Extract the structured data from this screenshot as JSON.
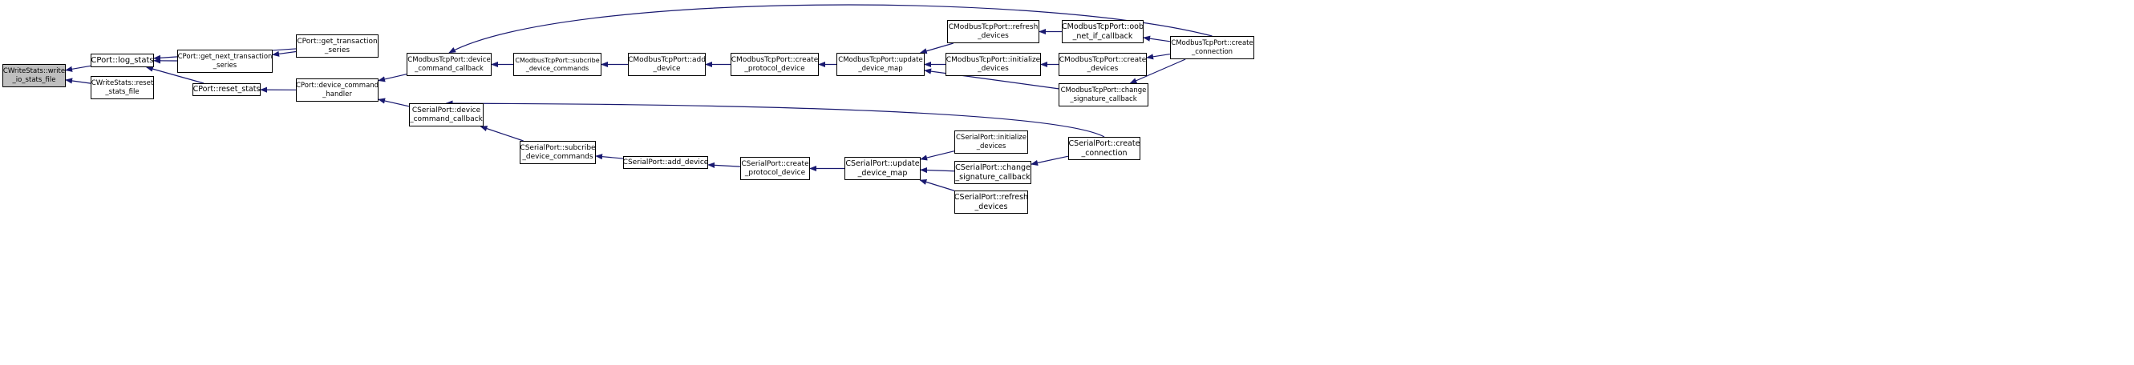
{
  "colors": {
    "edge": "#191970",
    "root_fill": "#bfbfbf",
    "node_fill": "#ffffff",
    "border": "#000000"
  },
  "nodes": [
    {
      "id": "n0",
      "lines": [
        "CWriteStats::write",
        "_io_stats_file"
      ],
      "root": true
    },
    {
      "id": "n1",
      "lines": [
        "CPort::log_stats"
      ]
    },
    {
      "id": "n2",
      "lines": [
        "CWriteStats::reset",
        "_stats_file"
      ]
    },
    {
      "id": "n3",
      "lines": [
        "CPort::get_next_transaction",
        "_series"
      ]
    },
    {
      "id": "n4",
      "lines": [
        "CPort::get_transaction",
        "_series"
      ]
    },
    {
      "id": "n5",
      "lines": [
        "CPort::reset_stats"
      ]
    },
    {
      "id": "n6",
      "lines": [
        "CPort::device_command",
        "_handler"
      ]
    },
    {
      "id": "n7",
      "lines": [
        "CModbusTcpPort::device",
        "_command_callback"
      ]
    },
    {
      "id": "n8",
      "lines": [
        "CModbusTcpPort::subcribe",
        "_device_commands"
      ]
    },
    {
      "id": "n9",
      "lines": [
        "CModbusTcpPort::add",
        "_device"
      ]
    },
    {
      "id": "n10",
      "lines": [
        "CModbusTcpPort::create",
        "_protocol_device"
      ]
    },
    {
      "id": "n11",
      "lines": [
        "CModbusTcpPort::update",
        "_device_map"
      ]
    },
    {
      "id": "n12",
      "lines": [
        "CModbusTcpPort::refresh",
        "_devices"
      ]
    },
    {
      "id": "n13",
      "lines": [
        "CModbusTcpPort::oob",
        "_net_if_callback"
      ]
    },
    {
      "id": "n14",
      "lines": [
        "CModbusTcpPort::create",
        "_connection"
      ]
    },
    {
      "id": "n15",
      "lines": [
        "CModbusTcpPort::initialize",
        "_devices"
      ]
    },
    {
      "id": "n16",
      "lines": [
        "CModbusTcpPort::create",
        "_devices"
      ]
    },
    {
      "id": "n17",
      "lines": [
        "CModbusTcpPort::change",
        "_signature_callback"
      ]
    },
    {
      "id": "n18",
      "lines": [
        "CSerialPort::device",
        "_command_callback"
      ]
    },
    {
      "id": "n19",
      "lines": [
        "CSerialPort::subcribe",
        "_device_commands"
      ]
    },
    {
      "id": "n20",
      "lines": [
        "CSerialPort::add_device"
      ]
    },
    {
      "id": "n21",
      "lines": [
        "CSerialPort::create",
        "_protocol_device"
      ]
    },
    {
      "id": "n22",
      "lines": [
        "CSerialPort::update",
        "_device_map"
      ]
    },
    {
      "id": "n23",
      "lines": [
        "CSerialPort::initialize",
        "_devices"
      ]
    },
    {
      "id": "n24",
      "lines": [
        "CSerialPort::change",
        "_signature_callback"
      ]
    },
    {
      "id": "n25",
      "lines": [
        "CSerialPort::refresh",
        "_devices"
      ]
    },
    {
      "id": "n26",
      "lines": [
        "CSerialPort::create",
        "_connection"
      ]
    }
  ],
  "edges": [
    {
      "from": "n1",
      "to": "n0"
    },
    {
      "from": "n2",
      "to": "n0"
    },
    {
      "from": "n3",
      "to": "n1"
    },
    {
      "from": "n4",
      "to": "n1"
    },
    {
      "from": "n5",
      "to": "n1"
    },
    {
      "from": "n4",
      "to": "n3"
    },
    {
      "from": "n6",
      "to": "n5"
    },
    {
      "from": "n7",
      "to": "n6"
    },
    {
      "from": "n18",
      "to": "n6"
    },
    {
      "from": "n8",
      "to": "n7"
    },
    {
      "from": "n14",
      "to": "n7"
    },
    {
      "from": "n9",
      "to": "n8"
    },
    {
      "from": "n10",
      "to": "n9"
    },
    {
      "from": "n11",
      "to": "n10"
    },
    {
      "from": "n12",
      "to": "n11"
    },
    {
      "from": "n15",
      "to": "n11"
    },
    {
      "from": "n17",
      "to": "n11"
    },
    {
      "from": "n13",
      "to": "n12"
    },
    {
      "from": "n14",
      "to": "n13"
    },
    {
      "from": "n16",
      "to": "n15"
    },
    {
      "from": "n14",
      "to": "n16"
    },
    {
      "from": "n14",
      "to": "n17"
    },
    {
      "from": "n19",
      "to": "n18"
    },
    {
      "from": "n26",
      "to": "n18"
    },
    {
      "from": "n20",
      "to": "n19"
    },
    {
      "from": "n21",
      "to": "n20"
    },
    {
      "from": "n22",
      "to": "n21"
    },
    {
      "from": "n23",
      "to": "n22"
    },
    {
      "from": "n24",
      "to": "n22"
    },
    {
      "from": "n25",
      "to": "n22"
    },
    {
      "from": "n26",
      "to": "n24"
    }
  ]
}
